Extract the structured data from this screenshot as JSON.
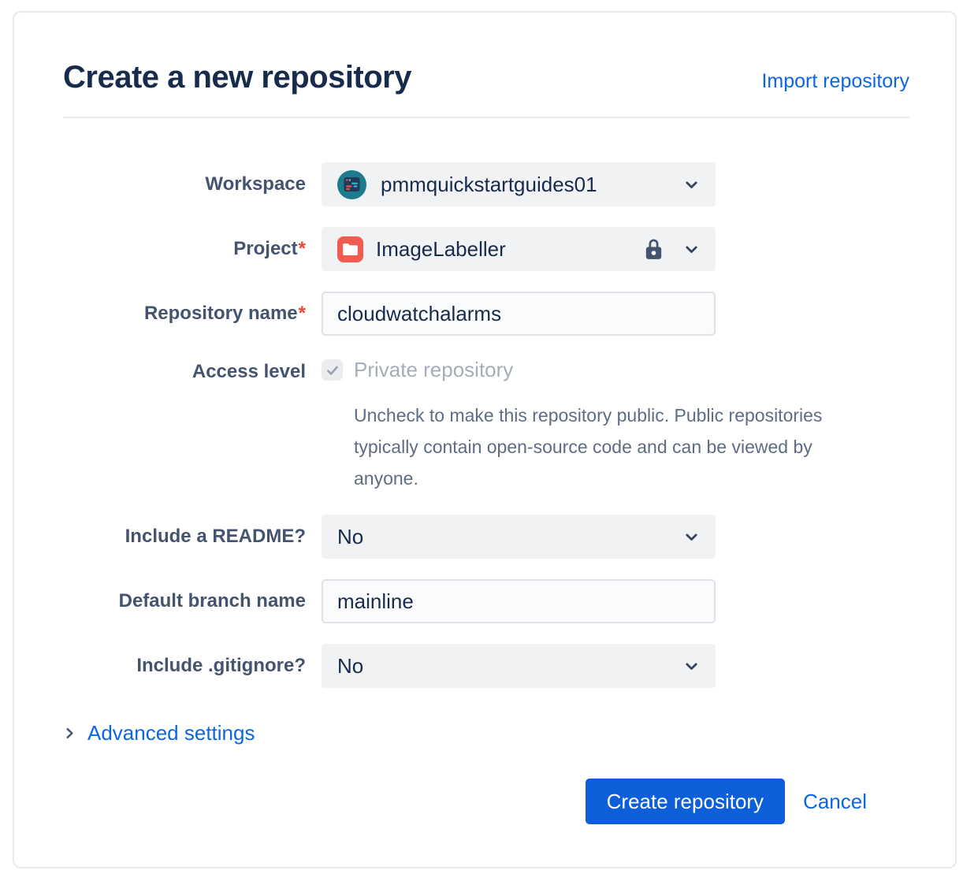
{
  "header": {
    "title": "Create a new repository",
    "import_link": "Import repository"
  },
  "form": {
    "workspace": {
      "label": "Workspace",
      "value": "pmmquickstartguides01"
    },
    "project": {
      "label": "Project",
      "required_mark": "*",
      "value": "ImageLabeller"
    },
    "repo_name": {
      "label": "Repository name",
      "required_mark": "*",
      "value": "cloudwatchalarms"
    },
    "access_level": {
      "label": "Access level",
      "checkbox_label": "Private repository",
      "checkbox_checked": true,
      "description": "Uncheck to make this repository public. Public repositories typically contain open-source code and can be viewed by anyone."
    },
    "readme": {
      "label": "Include a README?",
      "value": "No"
    },
    "default_branch": {
      "label": "Default branch name",
      "value": "mainline"
    },
    "gitignore": {
      "label": "Include .gitignore?",
      "value": "No"
    },
    "advanced_settings": {
      "label": "Advanced settings"
    }
  },
  "footer": {
    "create_label": "Create repository",
    "cancel_label": "Cancel"
  },
  "colors": {
    "title_text": "#172B4D",
    "label_text": "#44546F",
    "value_text": "#172B4D",
    "description_text": "#5E6C84",
    "disabled_text": "#A5ADBA",
    "link_blue": "#0C66E4",
    "button_blue": "#0C5FD9",
    "field_bg": "#F1F2F4",
    "input_bg": "#FAFBFC",
    "input_border": "#DFE1E6",
    "required_red": "#E34935",
    "project_icon_red": "#F15B50",
    "workspace_avatar_teal": "#1C7B8C",
    "lock_icon": "#44546E",
    "checkbox_bg": "#EBECF0",
    "checkbox_check": "#96A0B0"
  },
  "icons": {
    "workspace_avatar": "workspace-avatar",
    "project_folder": "folder-icon",
    "lock": "lock-icon",
    "chevron_down": "chevron-down-icon",
    "chevron_right": "chevron-right-icon",
    "checkmark": "checkmark-icon"
  }
}
